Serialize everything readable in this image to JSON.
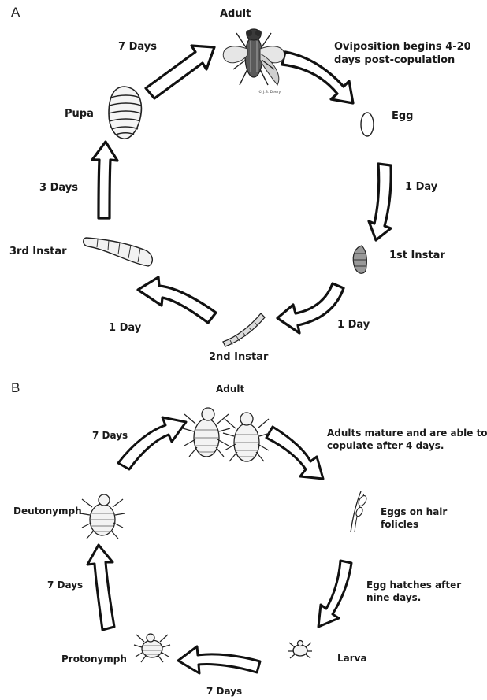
{
  "panel_a": {
    "letter": "A",
    "stages": {
      "adult": "Adult",
      "egg": "Egg",
      "first_instar": "1st Instar",
      "second_instar": "2nd Instar",
      "third_instar": "3rd Instar",
      "pupa": "Pupa"
    },
    "intervals": {
      "pupa_to_adult": "7 Days",
      "adult_to_egg_line1": "Oviposition begins 4-20",
      "adult_to_egg_line2": "days post-copulation",
      "egg_to_first": "1 Day",
      "first_to_second": "1 Day",
      "second_to_third": "1 Day",
      "third_to_pupa": "3 Days"
    },
    "credit": "© J.B. Deery"
  },
  "panel_b": {
    "letter": "B",
    "stages": {
      "adult": "Adult",
      "eggs_line1": "Eggs on hair",
      "eggs_line2": "folicles",
      "larva": "Larva",
      "protonymph": "Protonymph",
      "deutonymph": "Deutonymph"
    },
    "intervals": {
      "adult_to_eggs_line1": "Adults mature and are able to",
      "adult_to_eggs_line2": "copulate after 4 days.",
      "eggs_to_larva_line1": "Egg hatches after",
      "eggs_to_larva_line2": "nine days.",
      "larva_to_protonymph": "7 Days",
      "protonymph_to_deutonymph": "7 Days",
      "deutonymph_to_adult": "7 Days"
    }
  }
}
